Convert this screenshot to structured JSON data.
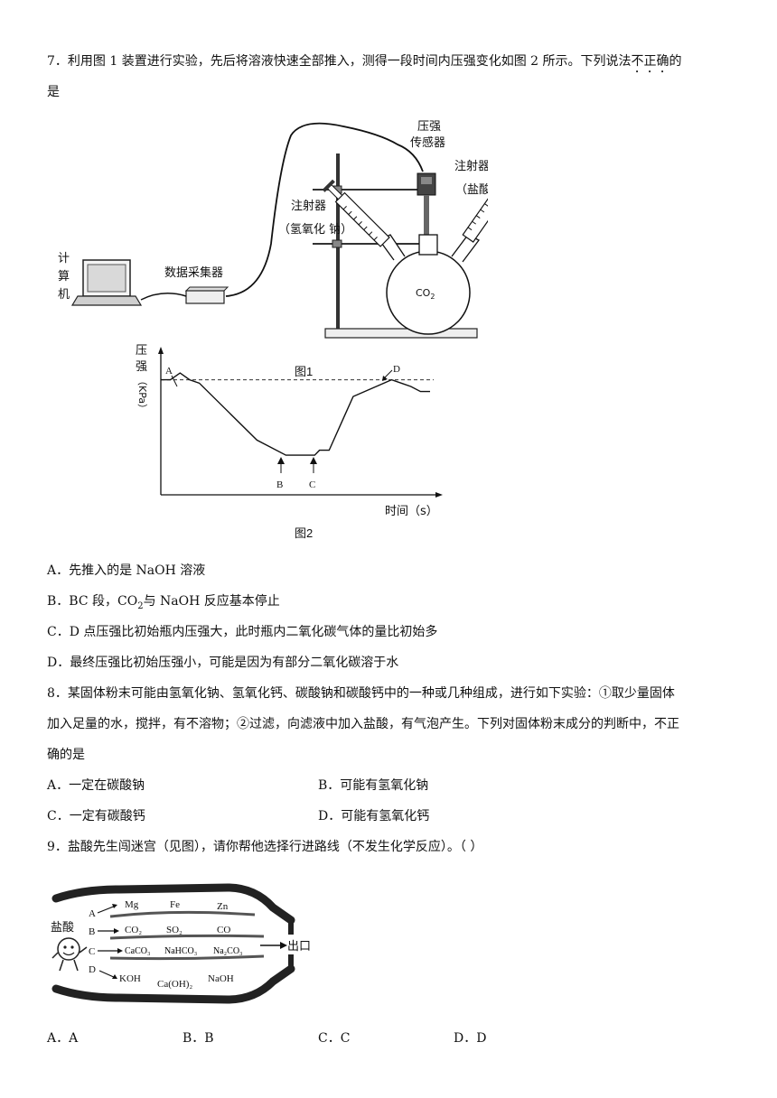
{
  "q7": {
    "line1_pre": "7．利用图 1 装置进行实验，先后将溶液快速全部推入，测得一段时间内压强变化如图 2 所示。下列说法",
    "line1_emph": "不正确",
    "line1_post": "的",
    "line2": "是",
    "fig1": {
      "pressure_sensor_1": "压强",
      "pressure_sensor_2": "传感器",
      "syringe_right_1": "注射器",
      "syringe_right_2": "（盐酸）",
      "syringe_left_1": "注射器",
      "syringe_left_2": "（氢氧化  钠）",
      "computer_1": "计",
      "computer_2": "算",
      "computer_3": "机",
      "data_collector": "数据采集器",
      "flask_gas": "CO",
      "flask_gas_sub": "2",
      "caption": "图1"
    },
    "fig2": {
      "ylabel_1": "压",
      "ylabel_2": "强",
      "ylabel_unit": "（KPa）",
      "xlabel": "时间（s）",
      "point_a": "A",
      "point_b": "B",
      "point_c": "C",
      "point_d": "D",
      "caption": "图2"
    },
    "options": {
      "a": "A．先推入的是 NaOH 溶液",
      "b_pre": "B．BC 段，CO",
      "b_sub": "2",
      "b_post": "与 NaOH 反应基本停止",
      "c": "C．D 点压强比初始瓶内压强大，此时瓶内二氧化碳气体的量比初始多",
      "d": "D．最终压强比初始压强小，可能是因为有部分二氧化碳溶于水"
    }
  },
  "q8": {
    "line1": "8．某固体粉末可能由氢氧化钠、氢氧化钙、碳酸钠和碳酸钙中的一种或几种组成，进行如下实验：①取少量固体",
    "line2": "加入足量的水，搅拌，有不溶物；②过滤，向滤液中加入盐酸，有气泡产生。下列对固体粉末成分的判断中，不正",
    "line3": "确的是",
    "options": {
      "a": "A．一定在碳酸钠",
      "b": "B．可能有氢氧化钠",
      "c": "C．一定有碳酸钙",
      "d": "D．可能有氢氧化钙"
    }
  },
  "q9": {
    "stem": "9．盐酸先生闯迷宫（见图），请你帮他选择行进路线（不发生化学反应）。（  ）",
    "maze": {
      "actor": "盐酸",
      "exit": "出口",
      "route_a": "A",
      "route_b": "B",
      "route_c": "C",
      "route_d": "D",
      "row_a": [
        "Mg",
        "Fe",
        "Zn"
      ],
      "row_b": [
        "CO₂",
        "SO₂",
        "CO"
      ],
      "row_c": [
        "CaCO₃",
        "NaHCO₃",
        "Na₂CO₃"
      ],
      "row_d": [
        "KOH",
        "Ca(OH)₂",
        "NaOH"
      ]
    },
    "options": {
      "a": "A．A",
      "b": "B．B",
      "c": "C．C",
      "d": "D．D"
    }
  },
  "chart_data": {
    "type": "line",
    "title": "",
    "xlabel": "时间（s）",
    "ylabel": "压强（KPa）",
    "annotations": [
      "A",
      "B",
      "C",
      "D"
    ],
    "series": [
      {
        "x": [
          0,
          2,
          4,
          6,
          8,
          20,
          26,
          32,
          33,
          35,
          40,
          48,
          50,
          52,
          54,
          56
        ],
        "values": [
          100,
          100,
          104,
          100,
          98,
          64,
          55,
          55,
          58,
          58,
          90,
          100,
          98,
          96,
          93,
          93
        ]
      }
    ],
    "reference_line": 100,
    "grid": false
  }
}
